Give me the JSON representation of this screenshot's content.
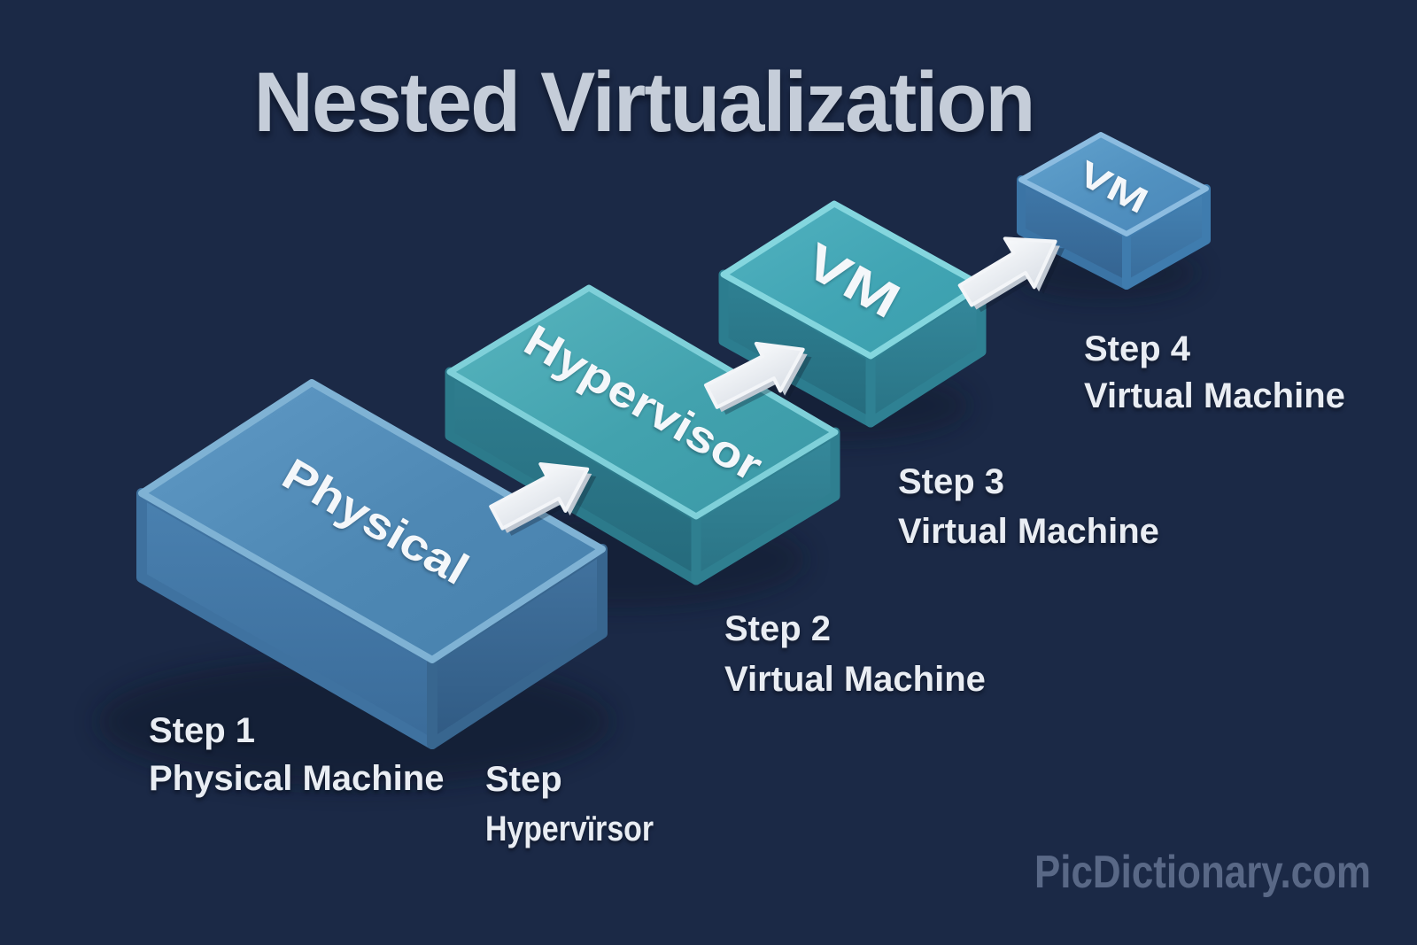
{
  "page": {
    "title": "Nested Virtualization",
    "watermark": "PicDictionary.com"
  },
  "boxes": {
    "physical": {
      "label": "Physical"
    },
    "hypervisor": {
      "label": "Hypervisor"
    },
    "vm_middle": {
      "label": "VM"
    },
    "vm_top": {
      "label": "VM"
    }
  },
  "steps": [
    {
      "line1": "Step 1",
      "line2": "Physical Machine"
    },
    {
      "line1": "Step",
      "line2": "Hypervïrsor"
    },
    {
      "line1": "Step 2",
      "line2": "Virtual Machine"
    },
    {
      "line1": "Step 3",
      "line2": "Virtual Machine"
    },
    {
      "line1": "Step 4",
      "line2": "Virtual Machine"
    }
  ],
  "colors": {
    "background": "#1b2946",
    "title_text": "#c5cdd9",
    "step_label_text": "#e9edf3",
    "watermark_text": "#5f6e8c",
    "physical_box_top": "#4e88b4",
    "hypervisor_box_top": "#42a2ae",
    "vm_middle_box_top": "#41a5b4",
    "vm_top_box_top": "#5191c0",
    "arrow": "#eef1f4",
    "box_label_text": "#f4f7fa"
  }
}
